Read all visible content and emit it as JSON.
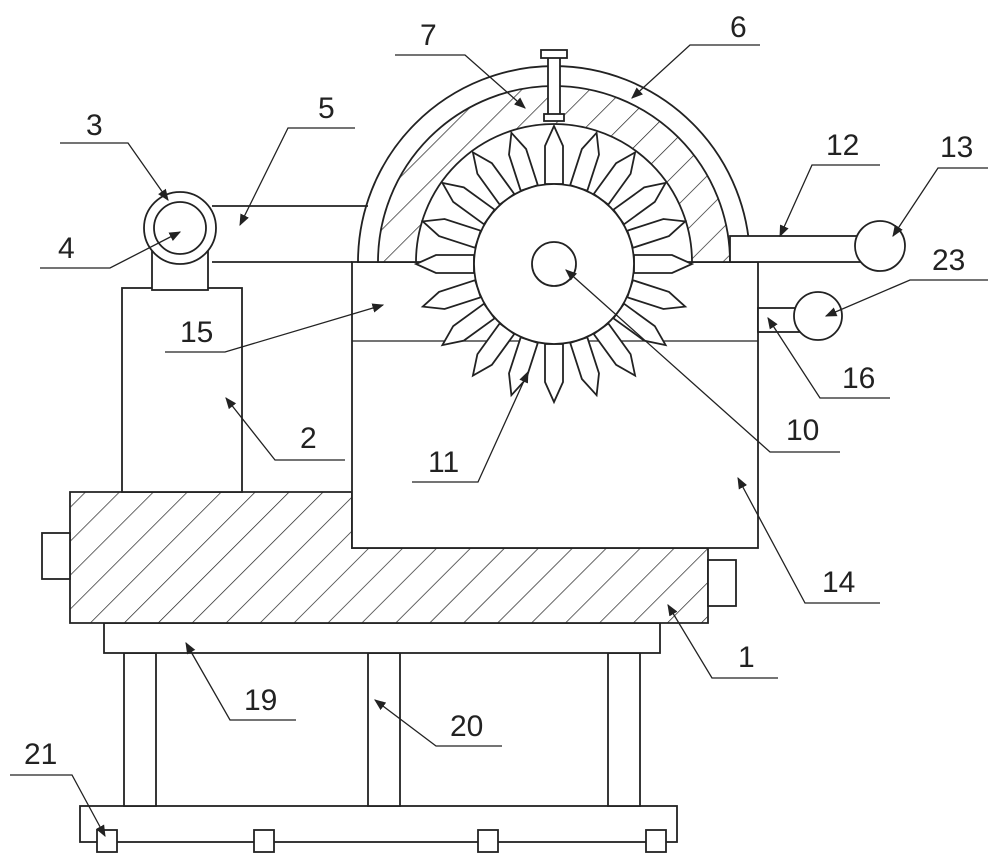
{
  "labels": {
    "l1": "1",
    "l2": "2",
    "l3": "3",
    "l4": "4",
    "l5": "5",
    "l6": "6",
    "l7": "7",
    "l10": "10",
    "l11": "11",
    "l12": "12",
    "l13": "13",
    "l14": "14",
    "l15": "15",
    "l16": "16",
    "l19": "19",
    "l20": "20",
    "l21": "21",
    "l23": "23"
  }
}
